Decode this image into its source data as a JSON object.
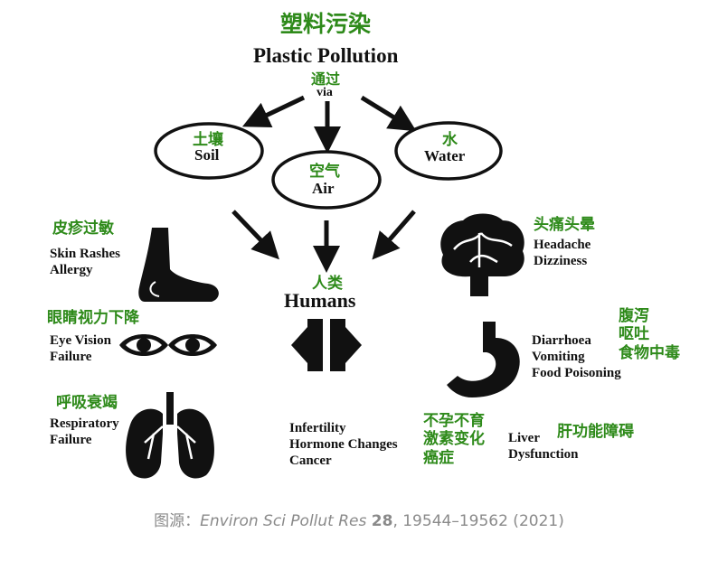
{
  "title": {
    "cn": "塑料污染",
    "en": "Plastic Pollution"
  },
  "via": {
    "cn": "通过",
    "en": "via"
  },
  "sources": [
    {
      "cn": "土壤",
      "en": "Soil"
    },
    {
      "cn": "空气",
      "en": "Air"
    },
    {
      "cn": "水",
      "en": "Water"
    }
  ],
  "humans": {
    "cn": "人类",
    "en": "Humans"
  },
  "effects": {
    "skin": {
      "cn": "皮疹过敏",
      "en": [
        "Skin Rashes",
        "Allergy"
      ]
    },
    "eye": {
      "cn": "眼睛视力下降",
      "en": [
        "Eye Vision",
        "Failure"
      ]
    },
    "respiratory": {
      "cn": "呼吸衰竭",
      "en": [
        "Respiratory",
        "Failure"
      ]
    },
    "head": {
      "cn": "头痛头晕",
      "en": [
        "Headache",
        "Dizziness"
      ]
    },
    "stomach": {
      "cn": [
        "腹泻",
        "呕吐",
        "食物中毒"
      ],
      "en": [
        "Diarrhoea",
        "Vomiting",
        "Food Poisoning"
      ]
    },
    "reproductive": {
      "cn": [
        "不孕不育",
        "激素变化",
        "癌症"
      ],
      "en": [
        "Infertility",
        "Hormone Changes",
        "Cancer"
      ]
    },
    "liver": {
      "cn": "肝功能障碍",
      "en": [
        "Liver",
        "Dysfunction"
      ]
    }
  },
  "caption": {
    "prefix": "图源：",
    "journal": "Environ Sci Pollut Res",
    "volume": "28",
    "rest": ", 19544–19562 (2021)"
  },
  "colors": {
    "chinese_label": "#2e8a1a",
    "ink": "#111111",
    "caption": "#8a8a8a"
  },
  "icons": [
    "foot-icon",
    "eyes-icon",
    "lungs-icon",
    "brain-icon",
    "stomach-icon",
    "body-icon"
  ]
}
